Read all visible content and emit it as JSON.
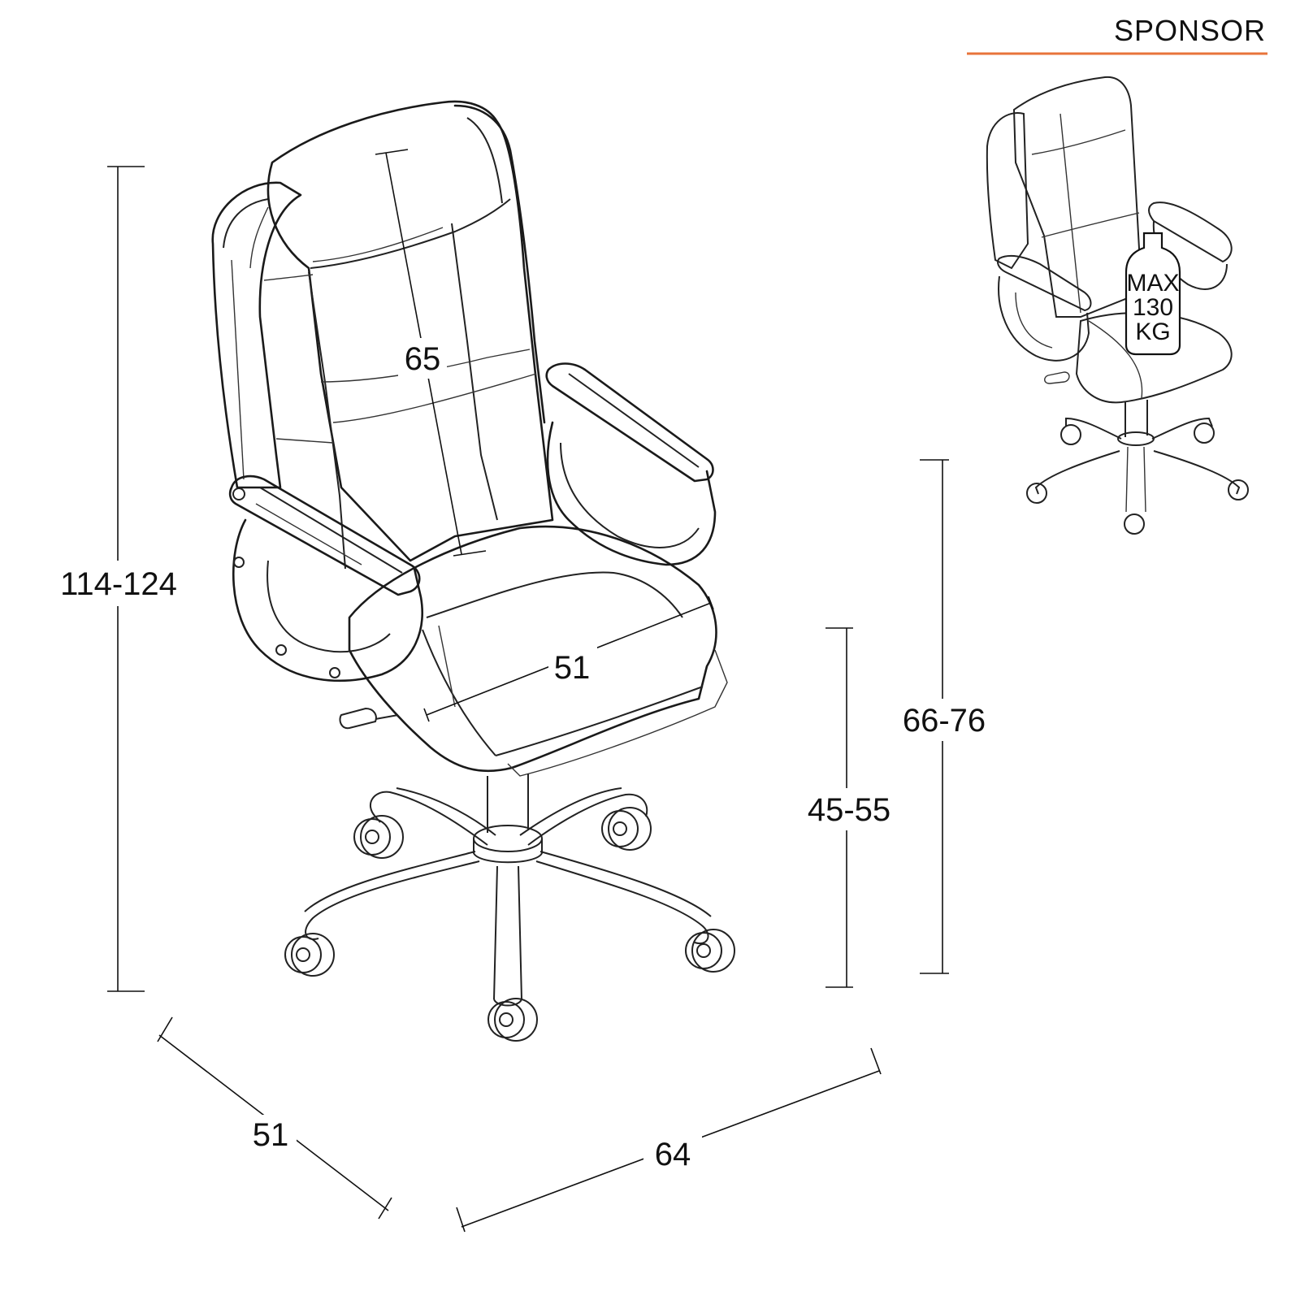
{
  "brand": {
    "label": "SPONSOR",
    "accent_color": "#e8743b"
  },
  "dimensions": {
    "total_height": "114-124",
    "backrest_height": "65",
    "seat_width": "51",
    "seat_height": "45-55",
    "armrest_height": "66-76",
    "base_depth": "51",
    "base_width": "64"
  },
  "weight_badge": {
    "line1": "MAX",
    "line2": "130",
    "line3": "KG"
  }
}
